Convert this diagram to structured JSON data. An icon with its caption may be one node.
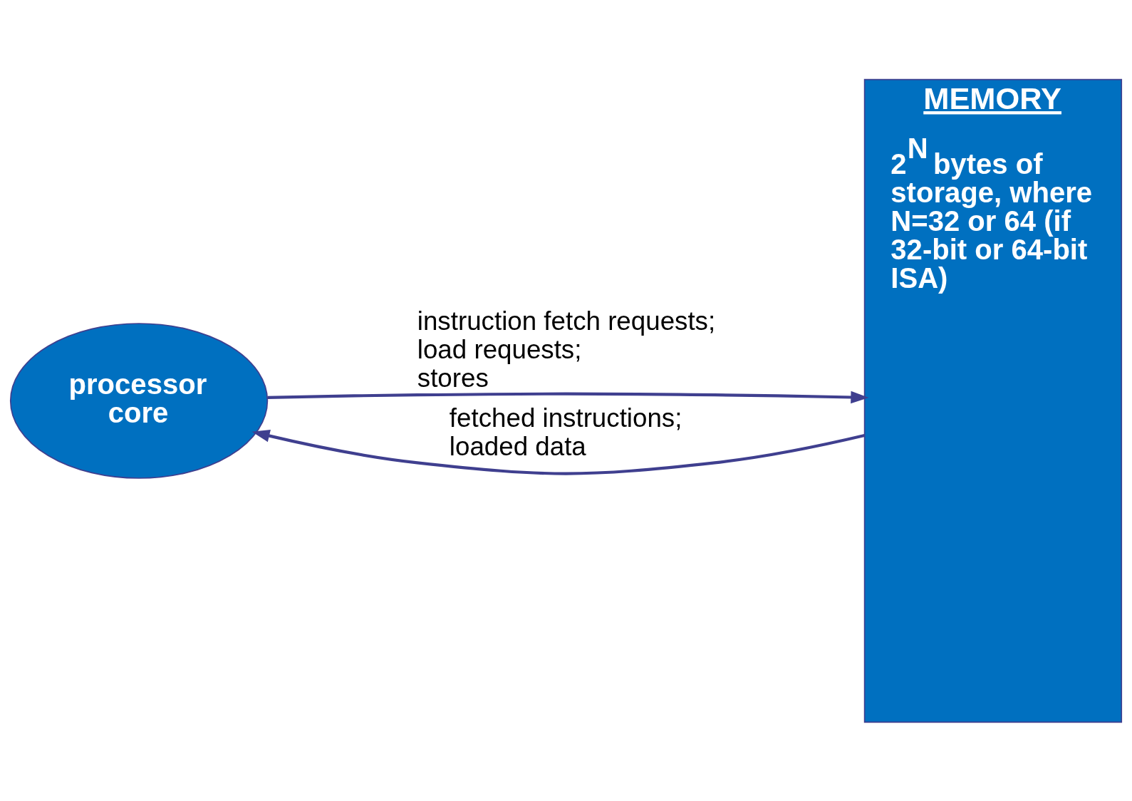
{
  "diagram": {
    "nodes": [
      {
        "text": [
          "processor core"
        ]
      },
      {
        "text": [
          "MEMORY",
          "2$^{N}$ bytes of storage, where N=32 or 64 (if 32-bit or 64-bit ISA)"
        ]
      }
    ],
    "edges": [
      {
        "from": 0,
        "to": 1,
        "arrow": "to",
        "label": "instruction fetch requests; load requests; stores"
      },
      {
        "from": 1,
        "to": 0,
        "arrow": "to",
        "label": "fetched instructions; loaded data"
      }
    ]
  }
}
